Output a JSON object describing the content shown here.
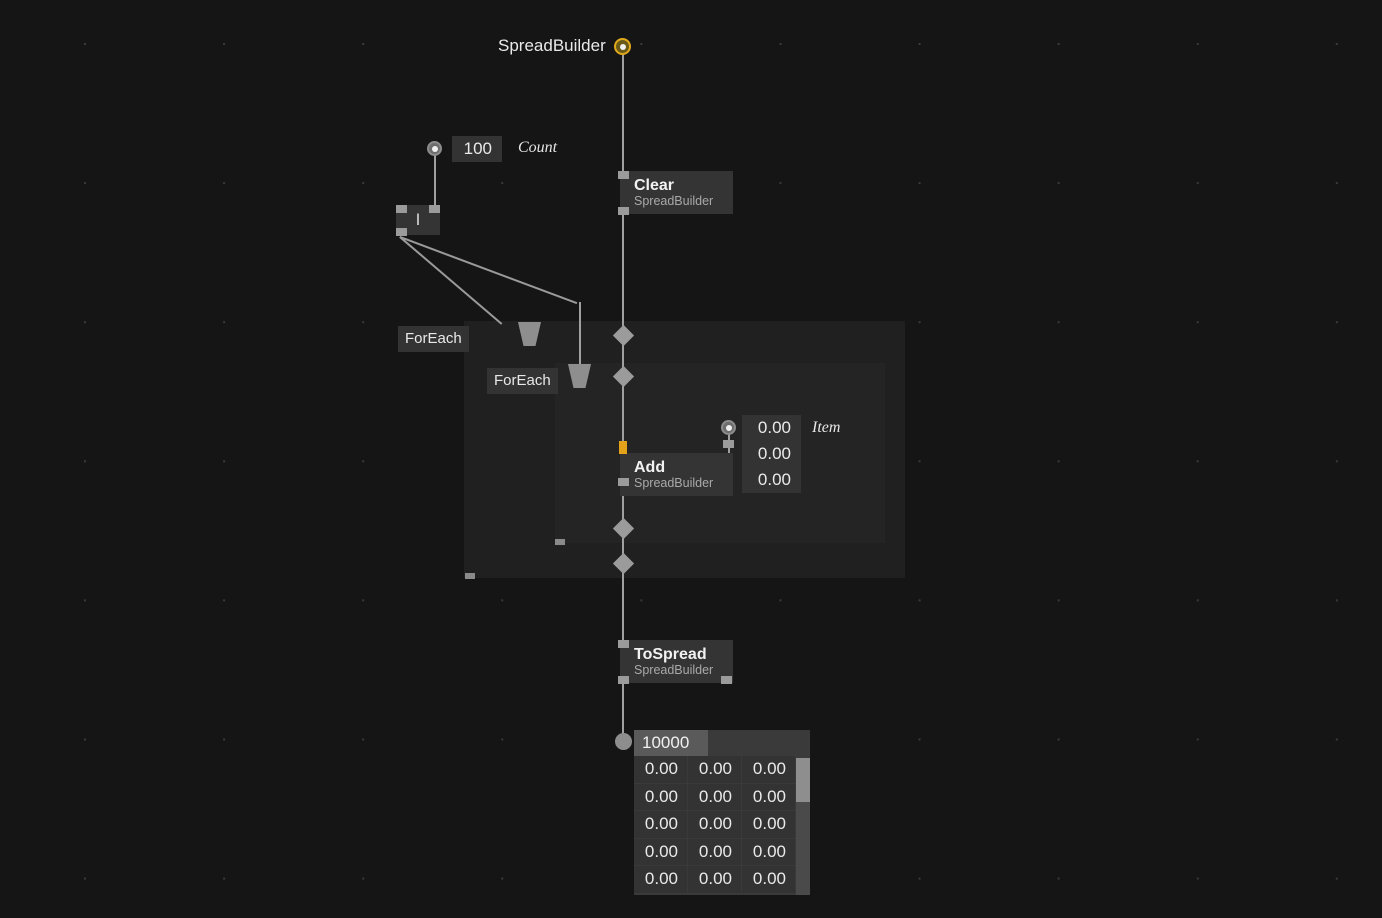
{
  "app": {
    "title": "SpreadBuilder",
    "background_color": "#151515",
    "accent_color": "#e0a81c"
  },
  "graph": {
    "root_output": {
      "label": "SpreadBuilder",
      "pin_icon": "output-pin-icon"
    },
    "count_iobox": {
      "value": "100",
      "pin_label": "Count",
      "pin_icon": "input-pin-icon"
    },
    "accumulator_node": {
      "glyph": "I"
    },
    "regions": [
      {
        "label": "ForEach"
      },
      {
        "label": "ForEach"
      }
    ],
    "nodes": [
      {
        "title": "Clear",
        "subtitle": "SpreadBuilder"
      },
      {
        "title": "Add",
        "subtitle": "SpreadBuilder"
      },
      {
        "title": "ToSpread",
        "subtitle": "SpreadBuilder"
      }
    ],
    "item_iobox": {
      "pin_label": "Item",
      "pin_icon": "input-pin-icon",
      "rows": [
        "0.00",
        "0.00",
        "0.00"
      ]
    },
    "result_table": {
      "count": "10000",
      "output_pin_icon": "output-pin-icon",
      "rows": [
        [
          "0.00",
          "0.00",
          "0.00"
        ],
        [
          "0.00",
          "0.00",
          "0.00"
        ],
        [
          "0.00",
          "0.00",
          "0.00"
        ],
        [
          "0.00",
          "0.00",
          "0.00"
        ],
        [
          "0.00",
          "0.00",
          "0.00"
        ]
      ],
      "scrollbar": {
        "present": true
      }
    }
  }
}
